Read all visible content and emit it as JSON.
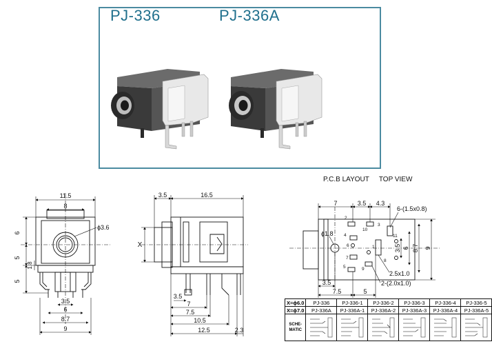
{
  "photo": {
    "titles": [
      "PJ-336",
      "PJ-336A"
    ]
  },
  "pcb": {
    "heading_layout": "P.C.B LAYOUT",
    "heading_view": "TOP VIEW"
  },
  "front_view": {
    "dims": {
      "w_total": "11.5",
      "w_inner": "8",
      "dia": "3.6",
      "h_top": "6",
      "h_mid": "5",
      "h_low": "5",
      "h_small": "1.8",
      "b1": "3.5",
      "b2": "6",
      "b3": "8.7",
      "b4": "9"
    }
  },
  "side_view": {
    "dims": {
      "top_left": "3.5",
      "top_total": "16.5",
      "x_label": "X",
      "b1": "3.5",
      "b2": "7",
      "b3": "7.5",
      "b4": "10.5",
      "b5": "12.5",
      "b6": "2.3"
    }
  },
  "pcb_view": {
    "dims": {
      "t1": "7",
      "t2": "3.5",
      "t3": "4.3",
      "pad_note": "6-(1.5x0.8)",
      "dia": "1.8",
      "v1": "3.5",
      "v2": "6",
      "v3": "8.7",
      "v4": "9",
      "hole_note": "2.5x1.0",
      "slot_note": "2-(2.0x1.0)",
      "b1": "3.5",
      "b2": "7.5",
      "b3": "5"
    },
    "pins": [
      "2",
      "10",
      "3",
      "11",
      "4",
      "6",
      "1",
      "7",
      "8",
      "9",
      "5"
    ]
  },
  "variant_table": {
    "row1": [
      "X=ϕ6.0",
      "PJ-336",
      "PJ-336-1",
      "PJ-336-2",
      "PJ-336-3",
      "PJ-336-4",
      "PJ-336-5"
    ],
    "row2": [
      "X=ϕ7.0",
      "PJ-336A",
      "PJ-336A-1",
      "PJ-336A-2",
      "PJ-336A-3",
      "PJ-336A-4",
      "PJ-336A-5"
    ],
    "schem_label_a": "SCHE-",
    "schem_label_b": "MATIC"
  }
}
